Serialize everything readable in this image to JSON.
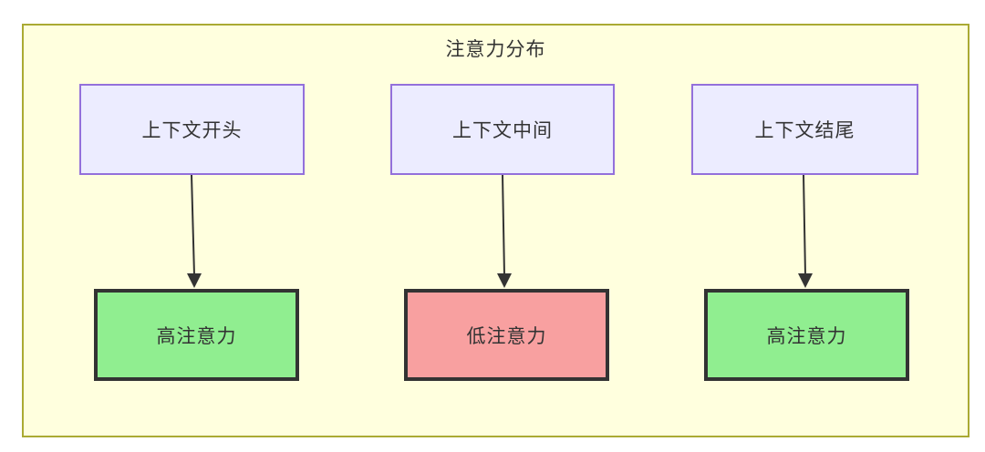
{
  "diagram": {
    "type": "flowchart",
    "title": "注意力分布",
    "container": {
      "name": "attention-distribution-subgraph",
      "label": "注意力分布",
      "fill": "#ffffde",
      "stroke": "#aaaa33"
    },
    "nodes": [
      {
        "id": "ctx-start",
        "label": "上下文开头",
        "fill": "#ececff",
        "stroke": "#9370db",
        "text_color": "#333333"
      },
      {
        "id": "ctx-middle",
        "label": "上下文中间",
        "fill": "#ececff",
        "stroke": "#9370db",
        "text_color": "#333333"
      },
      {
        "id": "ctx-end",
        "label": "上下文结尾",
        "fill": "#ececff",
        "stroke": "#9370db",
        "text_color": "#333333"
      },
      {
        "id": "attn-high-start",
        "label": "高注意力",
        "fill": "#90ee90",
        "stroke": "#333333",
        "text_color": "#333333"
      },
      {
        "id": "attn-low-middle",
        "label": "低注意力",
        "fill": "#f8a0a0",
        "stroke": "#333333",
        "text_color": "#333333"
      },
      {
        "id": "attn-high-end",
        "label": "高注意力",
        "fill": "#90ee90",
        "stroke": "#333333",
        "text_color": "#333333"
      }
    ],
    "edges": [
      {
        "from": "ctx-start",
        "to": "attn-high-start",
        "label": "",
        "arrow": "filled-triangle"
      },
      {
        "from": "ctx-middle",
        "to": "attn-low-middle",
        "label": "",
        "arrow": "filled-triangle"
      },
      {
        "from": "ctx-end",
        "to": "attn-high-end",
        "label": "",
        "arrow": "filled-triangle"
      }
    ],
    "colors": {
      "background": "#ffffff",
      "container_fill": "#ffffde",
      "container_stroke": "#aaaa33",
      "context_fill": "#ececff",
      "context_stroke": "#9370db",
      "high_attention_fill": "#90ee90",
      "low_attention_fill": "#f8a0a0",
      "node_stroke_dark": "#333333",
      "edge_stroke": "#333333",
      "text": "#333333"
    }
  }
}
